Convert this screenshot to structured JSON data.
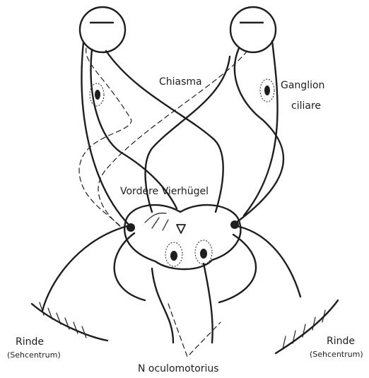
{
  "labels": {
    "chiasma": "Chiasma",
    "ganglion_line1": "Ganglion",
    "ganglion_line2": "ciliare",
    "vierhuegel": "Vordere Vierhügel",
    "rinde_left": "Rinde",
    "rinde_left_sub": "(Sehcentrum)",
    "rinde_right": "Rinde",
    "rinde_right_sub": "(Sehcentrum)",
    "oculomotorius": "N oculomotorius"
  },
  "colors": {
    "ink": "#1e1e1e",
    "paper": "#ffffff"
  }
}
